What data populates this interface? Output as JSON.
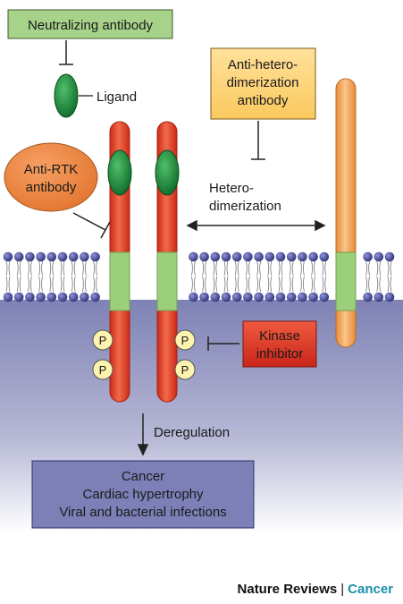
{
  "labels": {
    "neutralizing_antibody": "Neutralizing antibody",
    "ligand": "Ligand",
    "anti_hetero_line1": "Anti-hetero-",
    "anti_hetero_line2": "dimerization",
    "anti_hetero_line3": "antibody",
    "anti_rtk_line1": "Anti-RTK",
    "anti_rtk_line2": "antibody",
    "hetero_line1": "Hetero-",
    "hetero_line2": "dimerization",
    "kinase_line1": "Kinase",
    "kinase_line2": "inhibitor",
    "phospho": "P",
    "deregulation": "Deregulation",
    "outcome_line1": "Cancer",
    "outcome_line2": "Cardiac hypertrophy",
    "outcome_line3": "Viral and bacterial infections"
  },
  "footer": {
    "publisher": "Nature Reviews",
    "separator": "|",
    "journal": "Cancer"
  },
  "colors": {
    "receptor_red": "#e8462e",
    "transmembrane_green": "#9ccf7a",
    "ligand_green": "#1f8f3e",
    "partner_orange": "#f4a45a",
    "cytoplasm": "#8e92bd",
    "lipid_head": "#3f4490",
    "neutralizing_box": "#a6d28a",
    "anti_hetero_box": "#ffd77a",
    "anti_rtk_ellipse": "#f2883e",
    "kinase_box": "#e03a2a",
    "outcome_box": "#7c80b6",
    "phospho_circle": "#fff3b0"
  }
}
